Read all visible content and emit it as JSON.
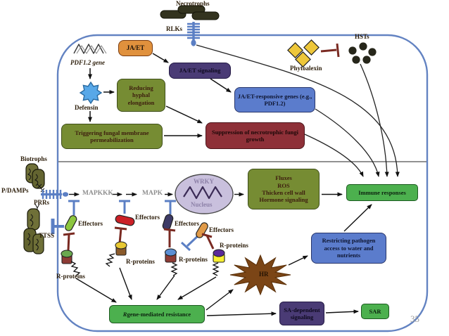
{
  "page": {
    "number": "35"
  },
  "exterior_top": {
    "necrotrophs_label": "Necrotrophs",
    "rlks_label": "RLKs",
    "hsts_label": "HSTs",
    "phytoalexin_label": "Phytoalexin"
  },
  "upper_cell": {
    "pdf_gene_label": "PDF1.2 gene",
    "jaet_box": "JA/ET",
    "jaet_signaling_box": "JA/ET signaling",
    "defensin_label": "Defensin",
    "reducing_box": "Reducing hyphal elongation",
    "responsive_genes_box": "JA/ET-responsive genes (e.g., PDF1.2)",
    "triggering_box": "Triggering fungal membrane permeabilization",
    "suppression_box": "Suppression of necrotrophic fungi growth"
  },
  "exterior_left": {
    "biotrophs_label": "Biotrophs",
    "pdamps_label": "P/DAMPs",
    "prrs_label": "PRRs",
    "ttss_label": "TTSS"
  },
  "lower_cell": {
    "mapkkk_label": "MAPKKK",
    "mapk_label": "MAPK",
    "wrky_label": "WRKY",
    "nucleus_label": "Nucleus",
    "fluxes_lines": [
      "Fluxes",
      "ROS",
      "Thicken cell wall",
      "Hormone signaling"
    ],
    "immune_box": "Immune responses",
    "restricting_box": "Restricting pathogen access to water and nutrients",
    "hr_label": "HR",
    "r_gene_box_italic": "R",
    "r_gene_box_rest": " gene-mediated resistance",
    "sa_box": "SA-dependent signaling",
    "sar_box": "SAR",
    "effectors_labels": [
      "Effectors",
      "Effectors",
      "Effectors",
      "Effectors"
    ],
    "r_protein_labels": [
      "R-proteins",
      "R-proteins",
      "R-proteins",
      "R-proteins"
    ]
  },
  "colors": {
    "cell_border": "#6383c2",
    "receptor_blue": "#5b7fc4",
    "inhibit_blue": "#5b7fc4",
    "inhibit_darkred": "#7a2a22",
    "box_orange": "#e0913d",
    "box_purple": "#4a3b75",
    "box_olive": "#768c33",
    "box_darkred": "#8e3038",
    "box_blue": "#5b7ccc",
    "box_green": "#4cb04e",
    "hr_brown": "#7b4516",
    "nucleus_fill": "#c9c0dd",
    "pathogen_dark": "#33331f",
    "phytoalexin_yellow": "#eec73a"
  }
}
